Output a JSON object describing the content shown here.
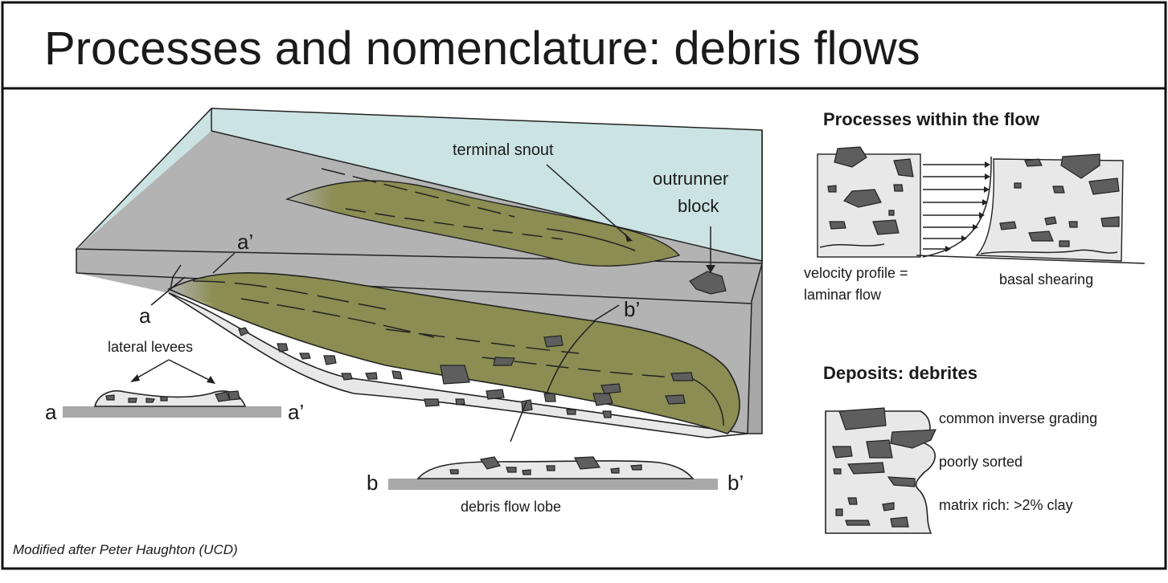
{
  "title": "Processes and nomenclature:  debris flows",
  "credit": "Modified after Peter Haughton (UCD)",
  "block_labels": {
    "terminal_snout": "terminal snout",
    "outrunner_block_line1": "outrunner",
    "outrunner_block_line2": "block",
    "a": "a",
    "a_prime": "a’",
    "b_prime": "b’",
    "lateral_levees": "lateral levees"
  },
  "section_aa": {
    "left": "a",
    "right": "a’"
  },
  "section_bb": {
    "left": "b",
    "right": "b’",
    "caption": "debris flow lobe"
  },
  "processes": {
    "heading": "Processes within the flow",
    "velocity_line1": "velocity profile =",
    "velocity_line2": "laminar flow",
    "basal": "basal shearing"
  },
  "deposits": {
    "heading": "Deposits: debrites",
    "grading": "common inverse grading",
    "sorted": "poorly sorted",
    "matrix": "matrix rich:  >2% clay"
  },
  "colors": {
    "water": "#cbe4e3",
    "slope": "#b3b3b3",
    "flow": "#8b8d52",
    "deposit": "#e8e8e8",
    "clast": "#5e5e5e"
  }
}
